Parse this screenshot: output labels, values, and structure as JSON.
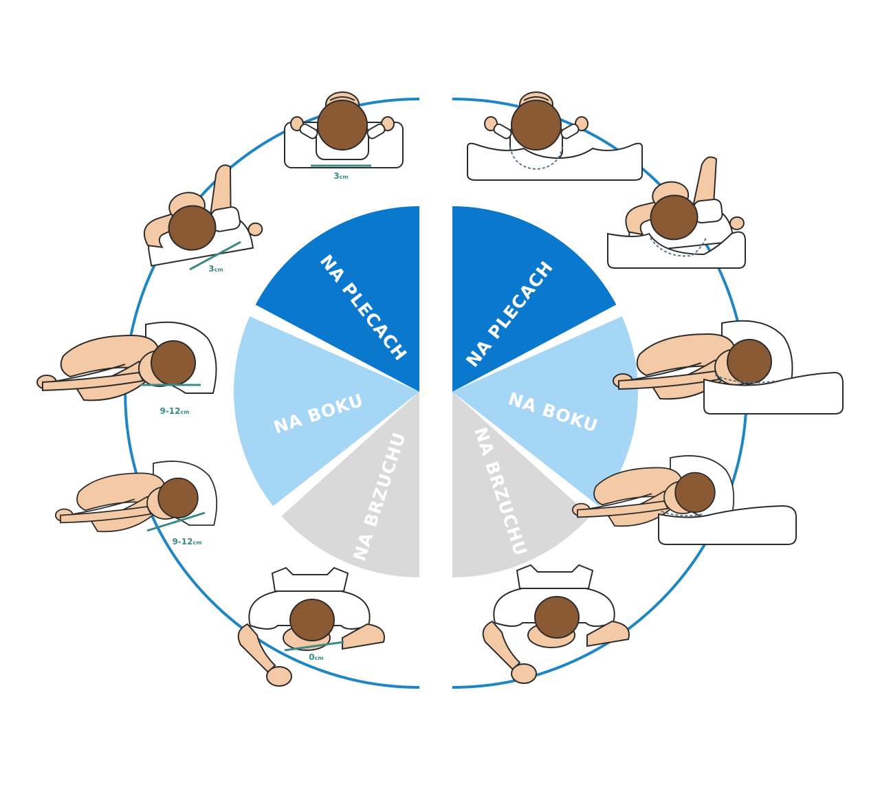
{
  "colors": {
    "ring": "#1f86c6",
    "plecach": "#0a78cc",
    "boku": "#a6d6f5",
    "brzuchu": "#d9d9d9",
    "label": "#ffffff",
    "measure": "#3a8a86",
    "skin": "#f4c9a5",
    "hair": "#8a5a34",
    "shirt": "#ffffff",
    "outline": "#2b2b2b",
    "pillow": "#ffffff"
  },
  "left_wheel": {
    "segments": [
      {
        "id": "plecach",
        "label": "NA PLECACH"
      },
      {
        "id": "boku",
        "label": "NA BOKU"
      },
      {
        "id": "brzuchu",
        "label": "NA BRZUCHU"
      }
    ]
  },
  "right_wheel": {
    "segments": [
      {
        "id": "plecach",
        "label": "NA PLECACH"
      },
      {
        "id": "boku",
        "label": "NA BOKU"
      },
      {
        "id": "brzuchu",
        "label": "NA BRZUCHU"
      }
    ]
  },
  "measurements": [
    {
      "id": "back-1",
      "value": "3",
      "unit": "cm"
    },
    {
      "id": "back-2",
      "value": "3",
      "unit": "cm"
    },
    {
      "id": "side-1",
      "value": "9-12",
      "unit": "cm"
    },
    {
      "id": "side-2",
      "value": "9-12",
      "unit": "cm"
    },
    {
      "id": "stomach",
      "value": "0",
      "unit": "cm"
    }
  ],
  "figures": [
    {
      "id": "left-back-1",
      "pose": "back",
      "pillow": false
    },
    {
      "id": "left-back-2",
      "pose": "back-arm-up",
      "pillow": false
    },
    {
      "id": "left-side-1",
      "pose": "side",
      "pillow": false
    },
    {
      "id": "left-side-2",
      "pose": "side",
      "pillow": false
    },
    {
      "id": "left-stomach",
      "pose": "stomach",
      "pillow": false
    },
    {
      "id": "right-back-1",
      "pose": "back",
      "pillow": true
    },
    {
      "id": "right-back-2",
      "pose": "back-arm-up",
      "pillow": true
    },
    {
      "id": "right-side-1",
      "pose": "side",
      "pillow": true
    },
    {
      "id": "right-side-2",
      "pose": "side",
      "pillow": true
    },
    {
      "id": "right-stomach",
      "pose": "stomach",
      "pillow": false
    }
  ]
}
